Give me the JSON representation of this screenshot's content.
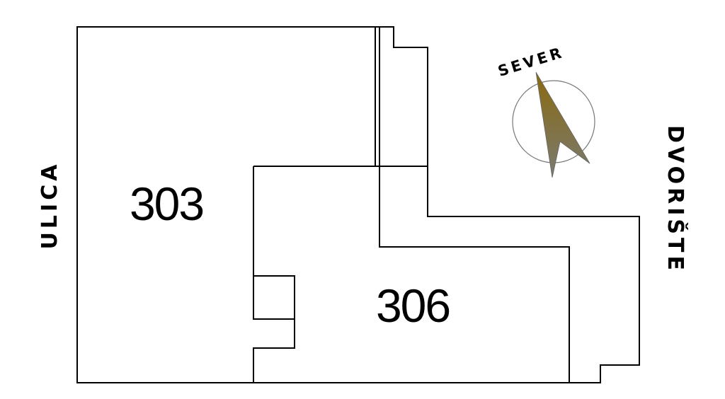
{
  "rooms": [
    {
      "label": "303"
    },
    {
      "label": "306"
    }
  ],
  "sides": {
    "left": "ULICA",
    "right": "DVORIŠTE"
  },
  "compass": {
    "label": "SEVER",
    "arrow_color_top": "#8a6a10",
    "arrow_color_bottom": "#7a7a70"
  }
}
